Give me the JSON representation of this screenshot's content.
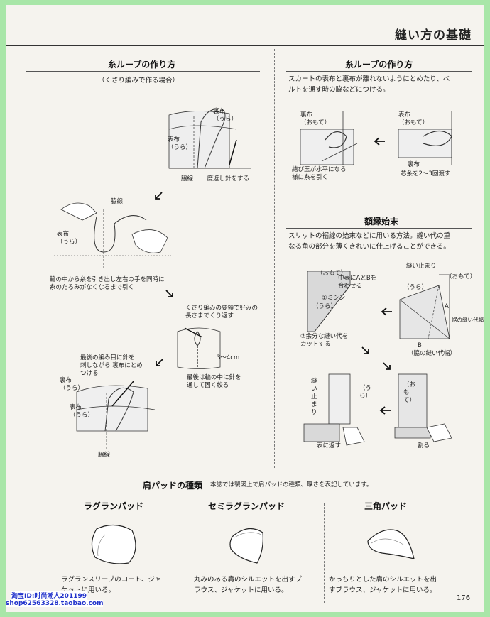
{
  "header": {
    "title": "縫い方の基礎"
  },
  "left": {
    "title": "糸ループの作り方",
    "subtitle": "（くさり編みで作る場合）",
    "labels": {
      "urafu": "裏布\n（うら）",
      "omotefu": "表布\n（うら）",
      "wakisen_step": "脇線",
      "ichido": "一度返し針をする",
      "wakisen2": "脇線",
      "omotefu2": "表布\n（うら）",
      "step2": "輪の中から糸を引き出し左右の手を同時に\n糸のたるみがなくなるまで引く",
      "step3a": "くさり編みの要領で好みの\n長さまでくり返す",
      "size": "3〜4cm",
      "step3b": "最後は輪の中に針を\n通して固く絞る",
      "step4": "最後の編み目に針を\n刺しながら 裏布にとめ\nつける",
      "urafu3": "裏布\n（うら）",
      "omotefu3": "表布\n（うら）",
      "wakisen3": "脇線"
    }
  },
  "right_top": {
    "title": "糸ループの作り方",
    "desc": "スカートの表布と裏布が離れないようにとめたり、ベ\nルトを通す時の脇などにつける。",
    "labels": {
      "omote1": "裏布\n（おもて）",
      "omote2": "表布\n（おもて）",
      "knot": "結び玉が水平になる\n様に糸を引く",
      "ura": "裏布",
      "note": "芯糸を2〜3回渡す"
    }
  },
  "right_bottom": {
    "title": "額縁始末",
    "desc": "スリットの裾線の始末などに用いる方法。縫い代の重\nなる角の部分を薄くきれいに仕上げることができる。",
    "labels": {
      "omote_a": "（おもて）",
      "awase": "中表にAとBを\n合わせる",
      "mishin": "①ミシン",
      "ura_a": "（うら）",
      "cut": "②余分な縫い代を\nカットする",
      "nuidome": "縫い止まり",
      "omote_b": "（おもて）",
      "ura_b": "（うら）",
      "susono": "裾の縫い代幅",
      "a": "A",
      "b": "B",
      "waki": "（脇の縫い代幅）",
      "nuidome2": "縫い止まり",
      "ura_c": "（うら）",
      "omote_c": "（おもて）",
      "kaesu": "表に返す",
      "waru": "割る"
    }
  },
  "bottom": {
    "title": "肩パッドの種類",
    "note": "本誌では製図上で肩パッドの種類、厚さを表記しています。",
    "pads": [
      {
        "name": "ラグランパッド",
        "desc": "ラグランスリーブのコート、ジャ\nケットに用いる。"
      },
      {
        "name": "セミラグランパッド",
        "desc": "丸みのある肩のシルエットを出すブ\nラウス、ジャケットに用いる。"
      },
      {
        "name": "三角パッド",
        "desc": "かっちりとした肩のシルエットを出\nすブラウス、ジャケットに用いる。"
      }
    ]
  },
  "page_number": "176",
  "watermark": {
    "line1": "淘宝ID:时尚潮人201199",
    "line2": "shop62563328.taobao.com"
  }
}
